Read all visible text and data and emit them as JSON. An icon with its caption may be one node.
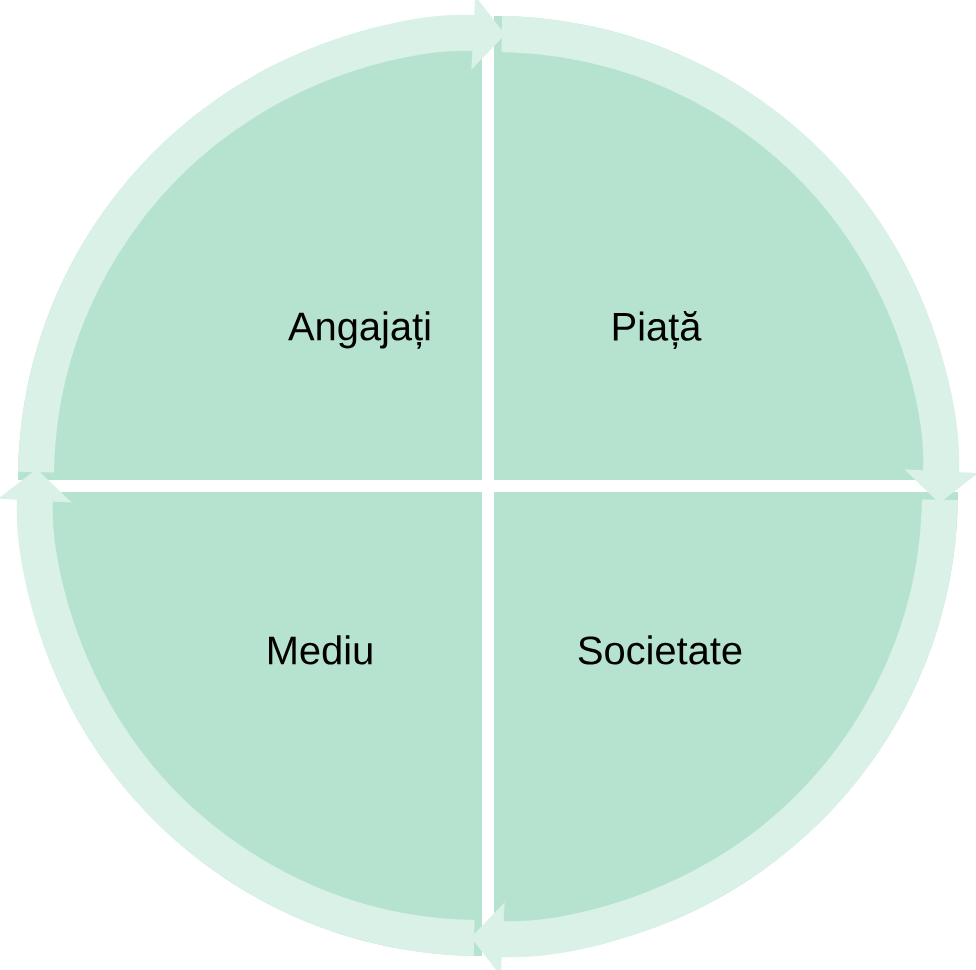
{
  "diagram": {
    "nodes": [
      {
        "text": [
          "Angajați"
        ]
      },
      {
        "text": [
          "Piață"
        ]
      },
      {
        "text": [
          "Mediu"
        ]
      },
      {
        "text": [
          "Societate"
        ]
      }
    ],
    "edges": [
      {
        "from": 0,
        "to": 1,
        "arrow": "to"
      },
      {
        "from": 1,
        "to": 3,
        "arrow": "to"
      },
      {
        "from": 3,
        "to": 2,
        "arrow": "to"
      },
      {
        "from": 2,
        "to": 0,
        "arrow": "to"
      }
    ]
  }
}
